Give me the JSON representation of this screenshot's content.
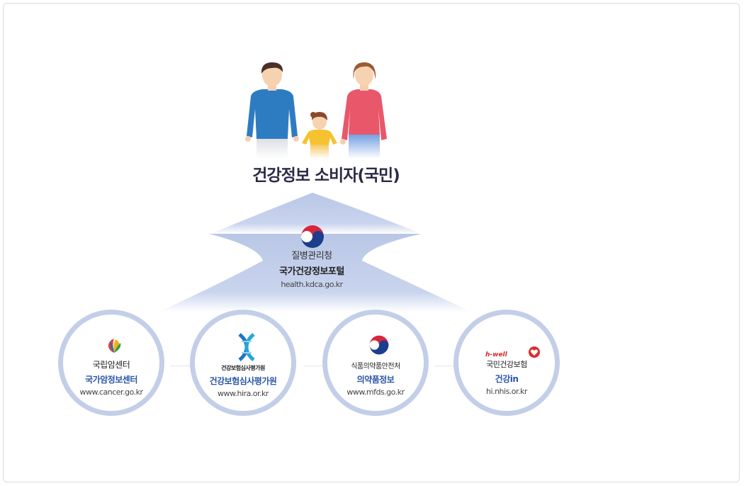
{
  "title": "건강정보 소비자(국민)",
  "center": {
    "org": "질병관리청",
    "service": "국가건강정보포털",
    "url": "health.kdca.go.kr"
  },
  "partners": [
    {
      "org": "국립암센터",
      "service": "국가암정보센터",
      "url": "www.cancer.go.kr",
      "icon": "cancer-center-logo-icon"
    },
    {
      "org": "건강보험심사평가원",
      "service": "건강보험심사평가원",
      "url": "www.hira.or.kr",
      "icon": "hira-logo-icon"
    },
    {
      "org": "식품의약품안전처",
      "service": "의약품정보",
      "url": "www.mfds.go.kr",
      "icon": "taegeuk-logo-icon"
    },
    {
      "org": "국민건강보험",
      "service": "건강in",
      "url": "hi.nhis.or.kr",
      "icon": "nhis-logo-icon",
      "brand": "h-well"
    }
  ],
  "colors": {
    "title": "#2b2b48",
    "arrow": "#c5d1ec",
    "circle_border": "#c3cfe8",
    "service_text": "#2a55a8"
  }
}
